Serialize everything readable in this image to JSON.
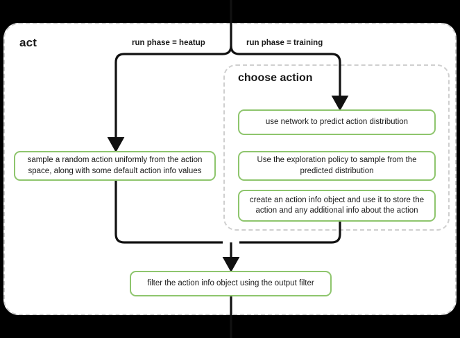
{
  "diagram": {
    "type": "flowchart",
    "outer_block": {
      "title": "act",
      "border_style": "dashed",
      "border_color": "#cfcfcf"
    },
    "inner_block": {
      "title": "choose action",
      "border_style": "dashed",
      "border_color": "#cfcfcf"
    },
    "accent_color": "#8ec56d",
    "edge_labels": {
      "left_branch": "run phase = heatup",
      "right_branch": "run phase = training"
    },
    "nodes": {
      "sample_random": "sample a random action uniformly from the action space, along with some default action info values",
      "use_network": "use network to predict action distribution",
      "exploration_policy": "Use the exploration policy to sample from the predicted distribution",
      "create_action_info": "create an action info object and use it to store the action and any additional info about the action",
      "filter_output": "filter the action info object using the output filter"
    }
  }
}
